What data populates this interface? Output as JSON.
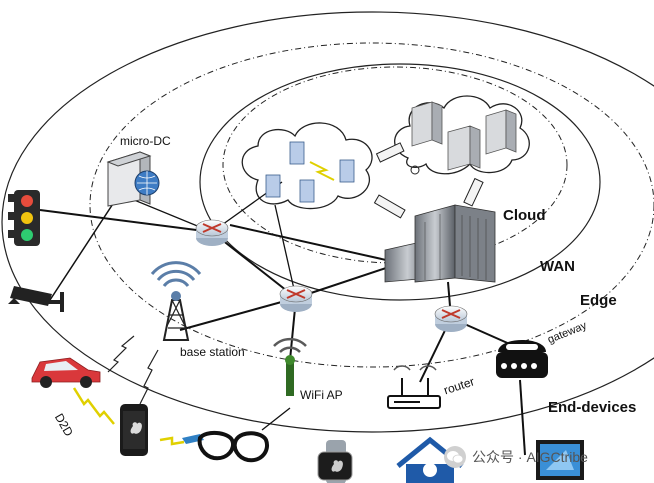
{
  "zones": {
    "cloud": "Cloud",
    "wan": "WAN",
    "edge": "Edge",
    "end_devices": "End-devices"
  },
  "nodes": {
    "micro_dc": "micro-DC",
    "base_station": "base station",
    "wifi_ap": "WiFi AP",
    "router": "router",
    "gateway": "gateway",
    "d2d": "D2D"
  },
  "watermark": {
    "text": "公众号 · AIGCtribe"
  },
  "colors": {
    "ring_line": "#222222",
    "router_blue": "#c9d7e6",
    "router_x": "#c0392b",
    "server_gray": "#8a8f96",
    "tower_blue": "#5b7ea8",
    "wifi_green": "#3f8a2c",
    "car_red": "#d9383b",
    "spark_yellow": "#e0d000",
    "house_blue": "#1f5aa8"
  }
}
